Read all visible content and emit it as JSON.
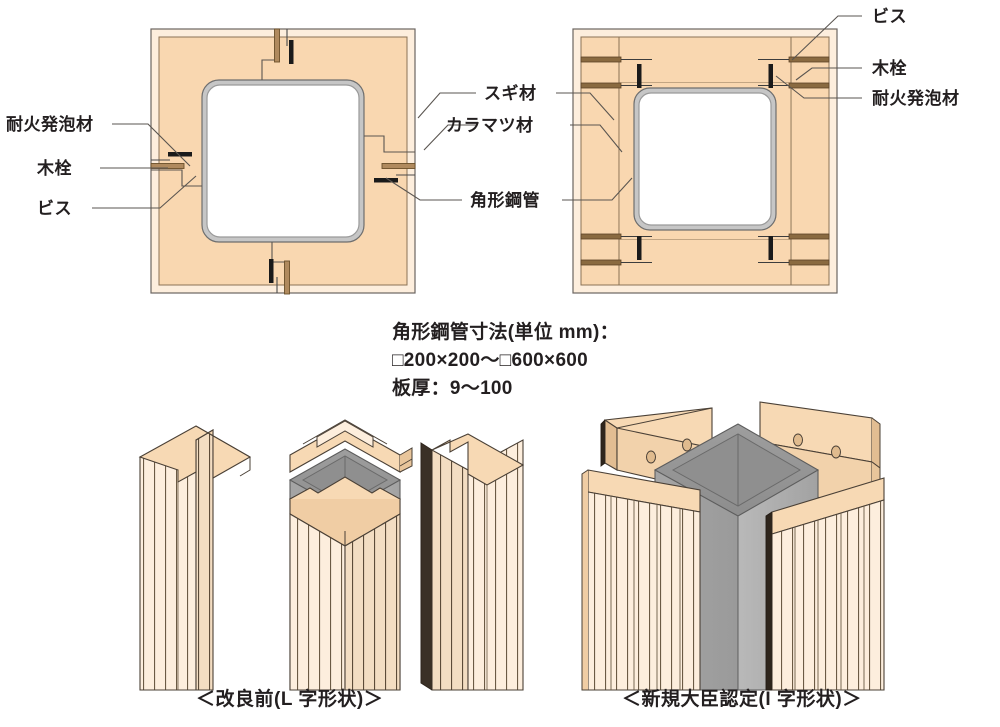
{
  "figure": {
    "title_hidden": "",
    "spec_lines": [
      "角形鋼管寸法(単位 mm)：",
      "□200×200〜□600×600",
      "板厚：9〜100"
    ],
    "captions": {
      "left": "＜改良前(L 字形状)＞",
      "right": "＜新規大臣認定(I 字形状)＞"
    }
  },
  "labels": {
    "left_section": [
      {
        "id": "fireproof-foam",
        "text": "耐火発泡材"
      },
      {
        "id": "wood-dowel",
        "text": "木栓"
      },
      {
        "id": "screw",
        "text": "ビス"
      }
    ],
    "center": [
      {
        "id": "cedar",
        "text": "スギ材"
      },
      {
        "id": "larch",
        "text": "カラマツ材"
      },
      {
        "id": "steel-tube",
        "text": "角形鋼管"
      }
    ],
    "right_section": [
      {
        "id": "screw",
        "text": "ビス"
      },
      {
        "id": "wood-dowel",
        "text": "木栓"
      },
      {
        "id": "fireproof-foam",
        "text": "耐火発泡材"
      }
    ]
  },
  "colors": {
    "wood_fill": "#f9d7b0",
    "wood_fill_light": "#fdeedd",
    "wood_edge": "#8a7356",
    "steel_gray": "#a8a8a8",
    "steel_gray_dark": "#8c8c8c",
    "steel_gray_light": "#c9c9c9",
    "foam_black": "#1a1a1a",
    "dowel_brown": "#6b4f2a",
    "line": "#5a5550",
    "text": "#231f20"
  },
  "views": {
    "top_left": {
      "name": "cross-section-l-shape",
      "shape": "L字形状 断面"
    },
    "top_right": {
      "name": "cross-section-i-shape",
      "shape": "I字形状 断面"
    },
    "bottom_left": {
      "name": "isometric-l-shape"
    },
    "bottom_right": {
      "name": "isometric-i-shape"
    }
  }
}
